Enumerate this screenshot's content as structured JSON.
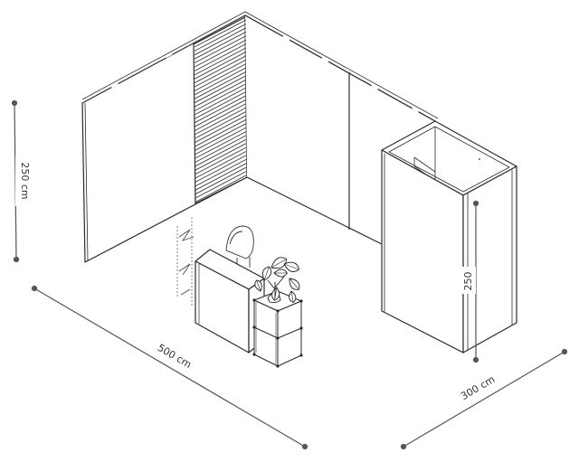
{
  "dimensions": {
    "height": "250 cm",
    "length": "500 cm",
    "depth": "300 cm",
    "cabin_height": "250"
  },
  "colors": {
    "line": "#2b2b2b",
    "panel": "#ffffff",
    "slats": "#3a3a3a",
    "dim_line": "#555555",
    "dim_dot": "#555555",
    "label_bg": "#ffffff"
  },
  "icons": {
    "plant": "potted-plant-icon",
    "chair": "chair-icon",
    "counter": "counter-cabinet-icon",
    "cube_shelf": "cube-shelf-icon",
    "rack": "brochure-rack-icon"
  }
}
